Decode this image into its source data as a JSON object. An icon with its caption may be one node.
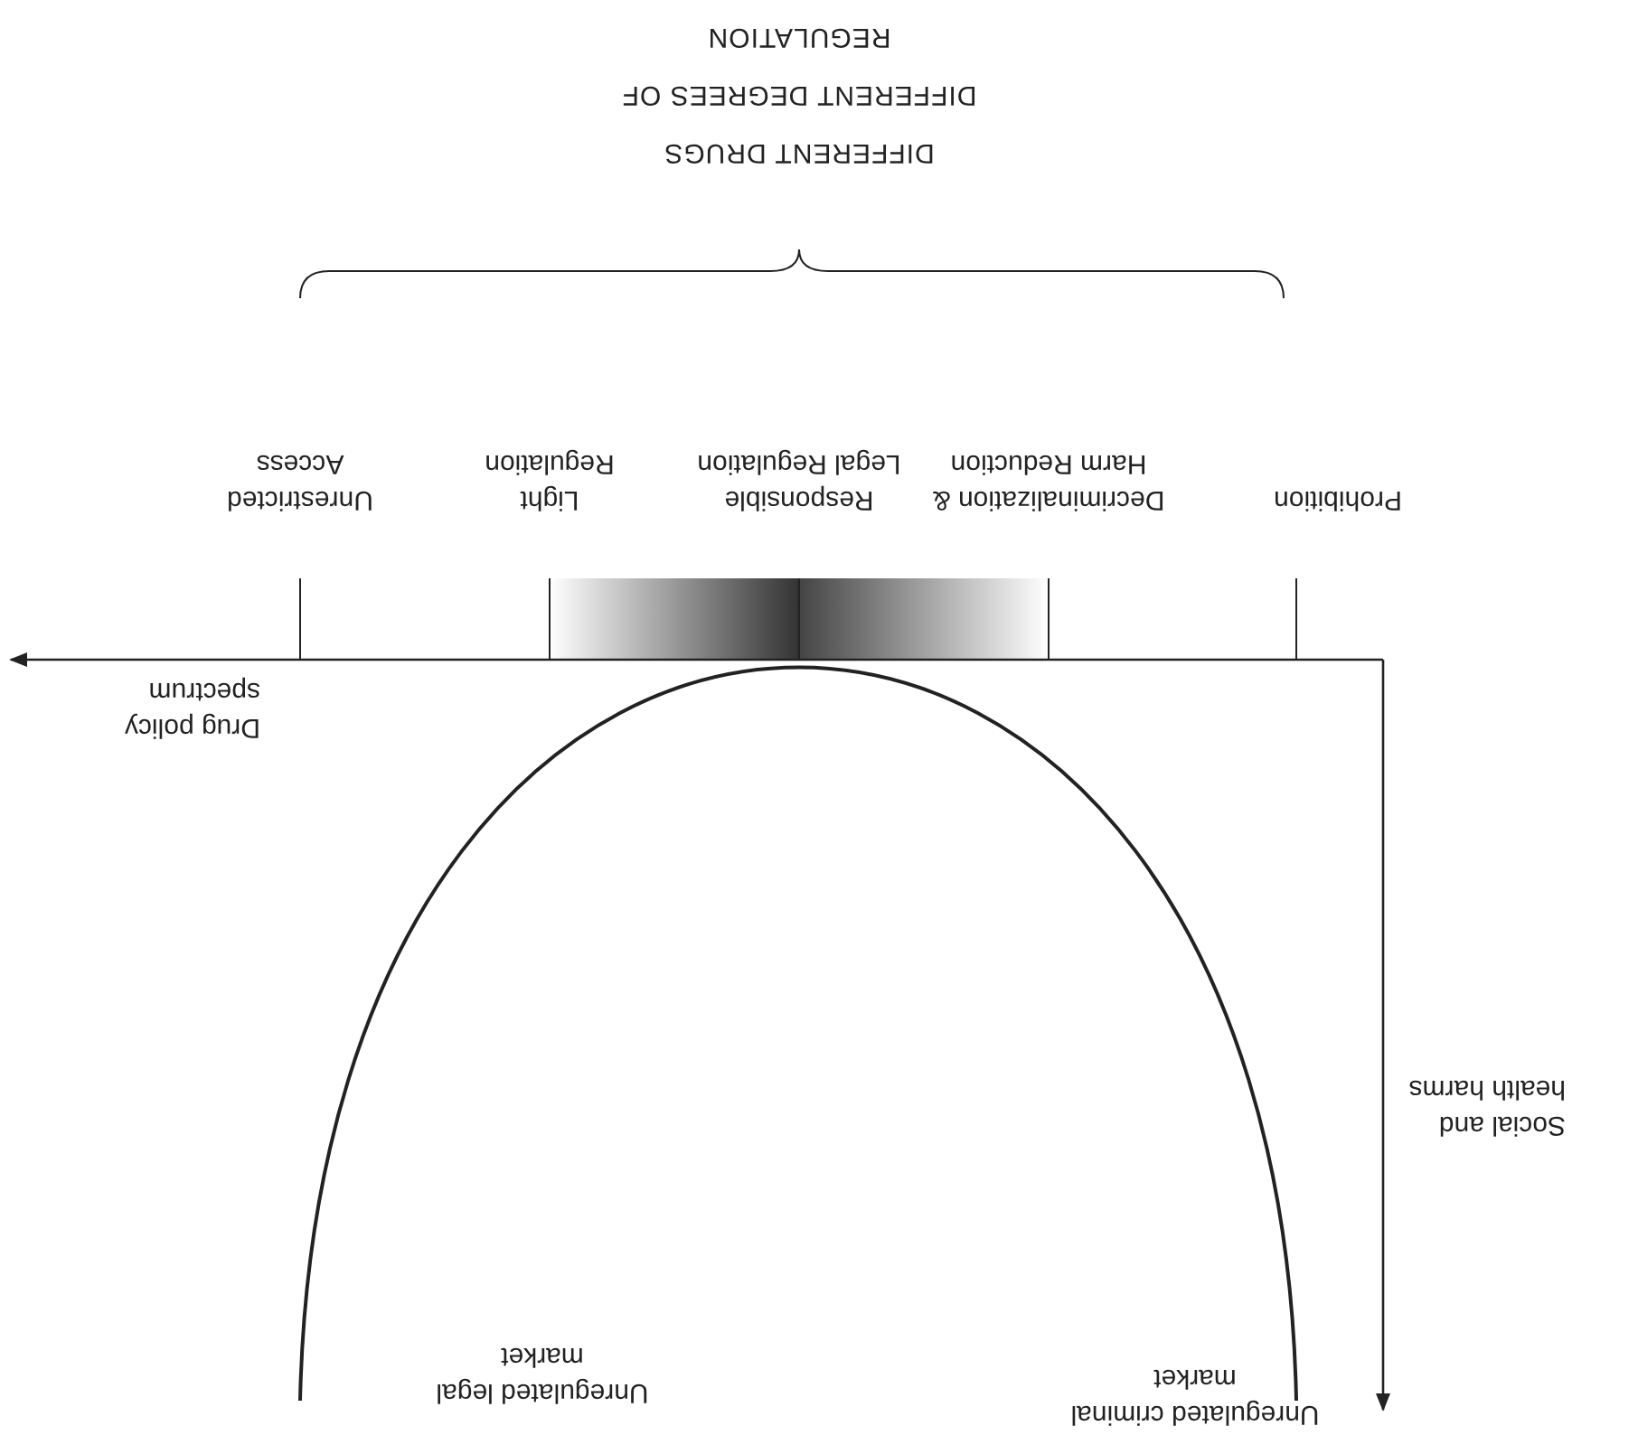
{
  "diagram": {
    "labels": [
      "Unregulated criminal market",
      "Unregulated legal market",
      "Social and health harms",
      "Drug policy spectrum",
      "Prohibition",
      "Decriminalization & Harm Reduction",
      "Responsible Legal Regulation",
      "Light Regulation",
      "Unrestricted Access",
      "DIFFERENT DRUGS DIFFERENT DEGREES OF REGULATION"
    ]
  }
}
